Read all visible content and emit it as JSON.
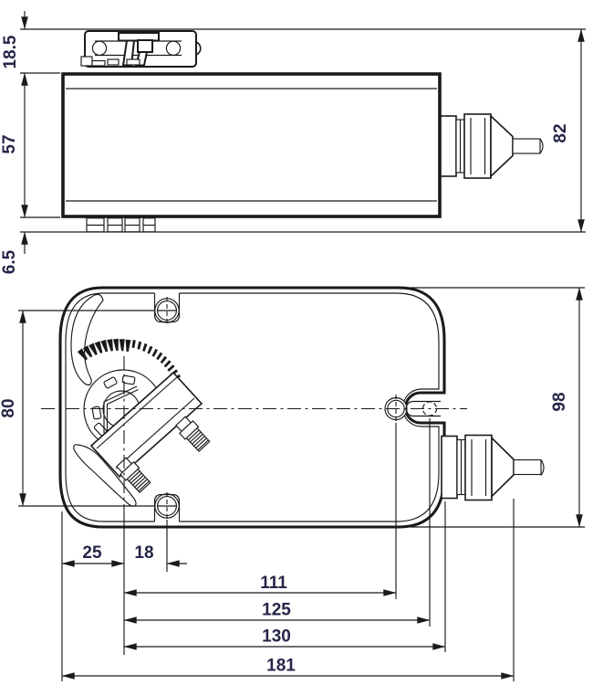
{
  "drawing": {
    "type": "actuator-dimension-drawing",
    "colors": {
      "line": "#1a1a1a",
      "text": "#262649",
      "background": "#ffffff"
    },
    "side_view": {
      "dim_bracket_height": "18.5",
      "dim_body_height": "57",
      "dim_feet_height": "6.5",
      "dim_overall_height": "82"
    },
    "plan_view": {
      "dim_hole_spacing": "80",
      "dim_overall_width": "98",
      "dim_edge_to_shaft": "25",
      "dim_shaft_to_hole": "18",
      "dim_shaft_to_locator": "111",
      "dim_shaft_to_slot": "125",
      "dim_shaft_to_case_end": "130",
      "dim_overall_length": "181"
    }
  }
}
